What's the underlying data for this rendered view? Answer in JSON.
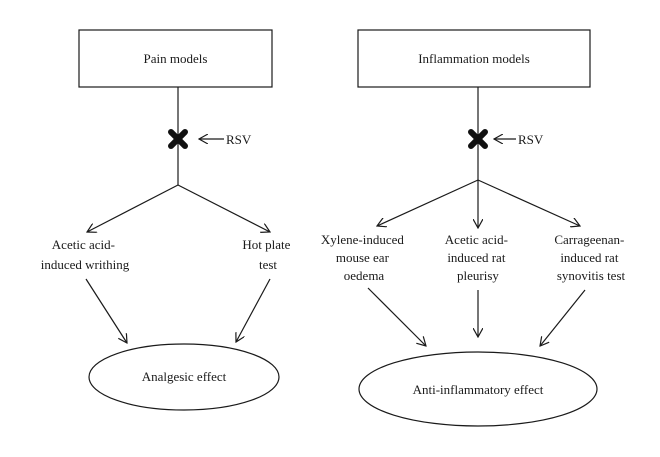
{
  "pain": {
    "title": "Pain models",
    "inhibitor": "RSV",
    "tests": [
      {
        "lines": [
          "Acetic acid-",
          "induced writhing"
        ]
      },
      {
        "lines": [
          "Hot plate",
          "test"
        ]
      }
    ],
    "outcome": "Analgesic effect"
  },
  "inflammation": {
    "title": "Inflammation models",
    "inhibitor": "RSV",
    "tests": [
      {
        "lines": [
          "Xylene-induced",
          "mouse ear",
          "oedema"
        ]
      },
      {
        "lines": [
          "Acetic acid-",
          "induced rat",
          "pleurisy"
        ]
      },
      {
        "lines": [
          "Carrageenan-",
          "induced rat",
          "synovitis test"
        ]
      }
    ],
    "outcome": "Anti-inflammatory effect"
  },
  "colors": {
    "line": "#1a1a1a",
    "mark": "#111111"
  }
}
